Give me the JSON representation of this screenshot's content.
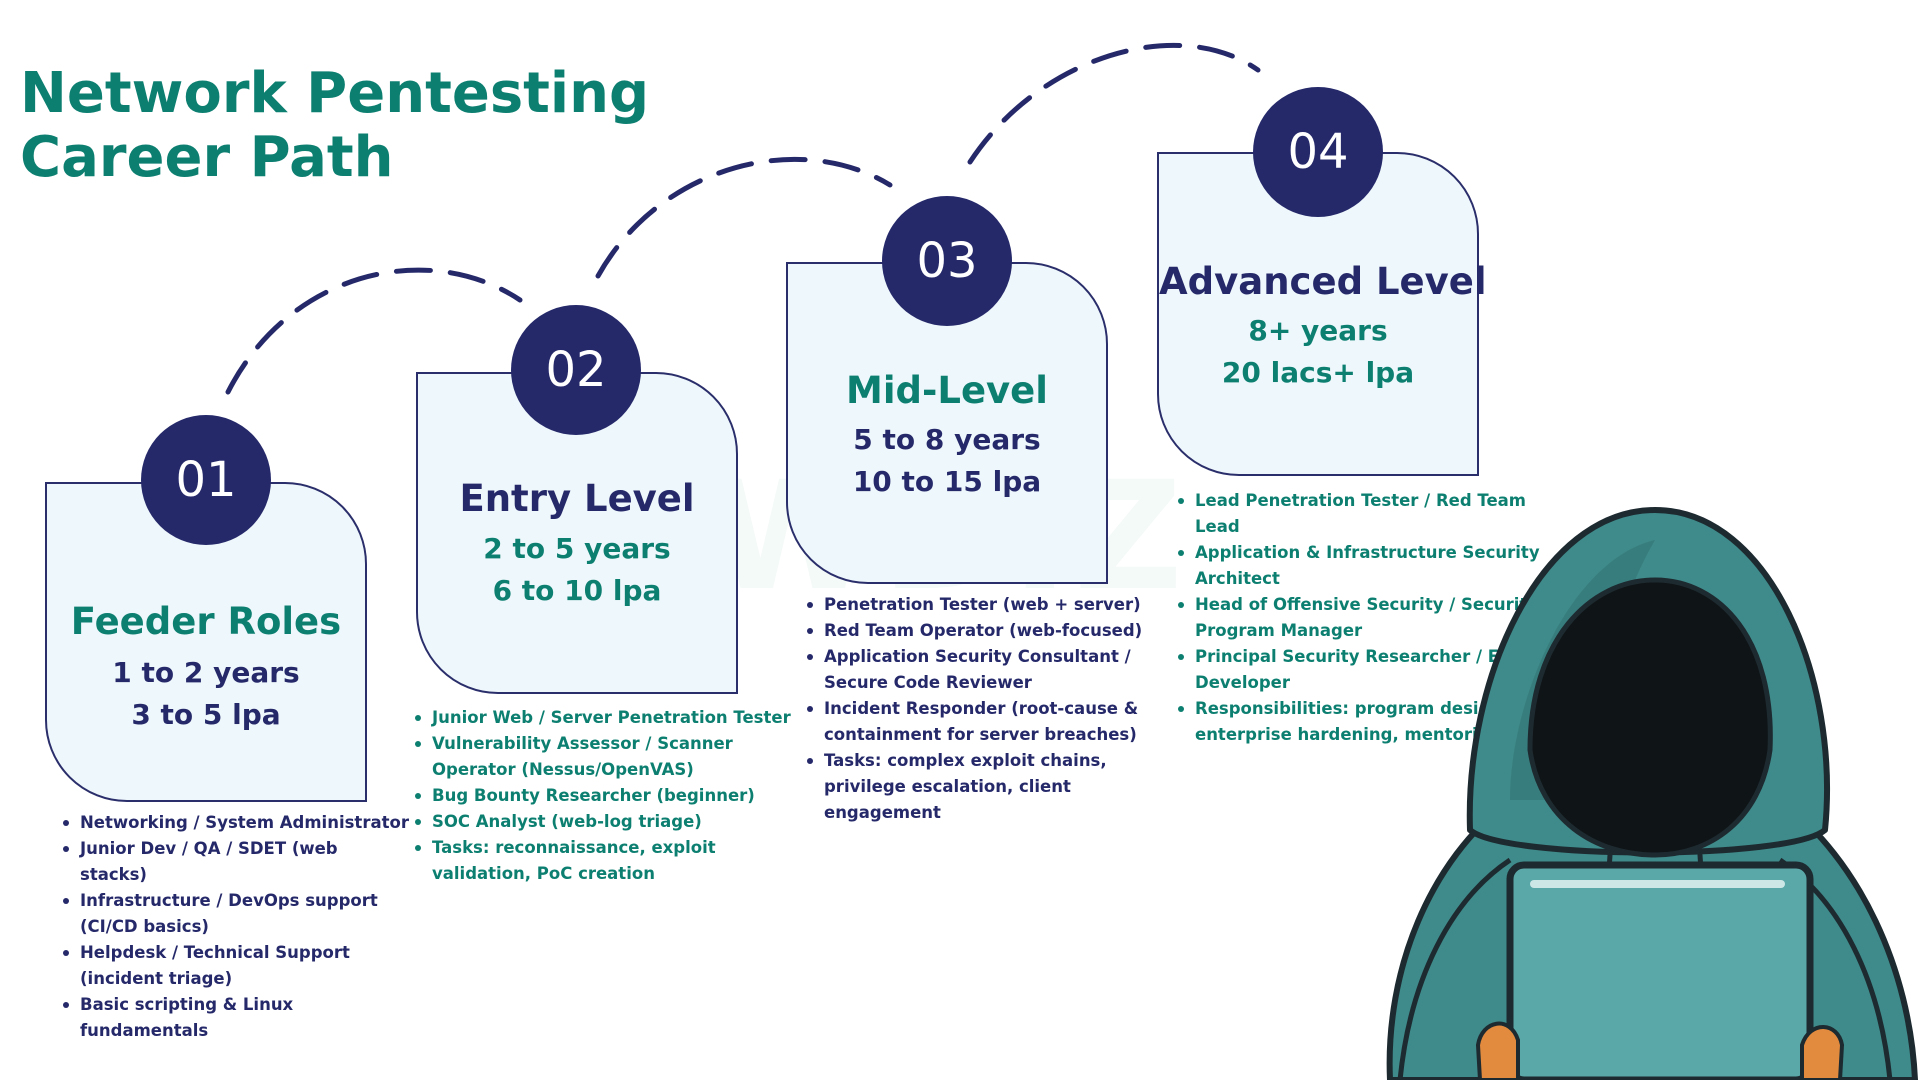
{
  "title": {
    "line1": "Network Pentesting",
    "line2": "Career Path"
  },
  "colors": {
    "title": "#0d7f71",
    "badge": "#25296a",
    "card_fill": "#eef7fb",
    "card_border": "#2a2e6a",
    "dark_text": "#25296a",
    "teal_text": "#0d7f71",
    "hoodie": "#3f8a8a",
    "laptop": "#5aa8a8"
  },
  "watermark": "WDIZ",
  "stages": [
    {
      "number": "01",
      "title": "Feeder Roles",
      "years": "1 to 2 years",
      "salary": "3 to 5 lpa",
      "roles": [
        "Networking / System Administrator",
        "Junior Dev / QA / SDET (web stacks)",
        "Infrastructure / DevOps support (CI/CD basics)",
        "Helpdesk / Technical Support (incident triage)",
        "Basic scripting & Linux fundamentals"
      ]
    },
    {
      "number": "02",
      "title": "Entry Level",
      "years": "2 to 5 years",
      "salary": "6 to 10 lpa",
      "roles": [
        "Junior Web / Server Penetration Tester",
        "Vulnerability Assessor / Scanner Operator (Nessus/OpenVAS)",
        "Bug Bounty Researcher (beginner)",
        "SOC Analyst (web-log triage)",
        "Tasks: reconnaissance, exploit validation, PoC creation"
      ]
    },
    {
      "number": "03",
      "title": "Mid-Level",
      "years": "5 to 8 years",
      "salary": "10 to 15 lpa",
      "roles": [
        "Penetration Tester (web + server)",
        "Red Team Operator (web-focused)",
        "Application Security Consultant / Secure Code Reviewer",
        "Incident Responder (root-cause & containment for server breaches)",
        "Tasks: complex exploit chains, privilege escalation, client engagement"
      ]
    },
    {
      "number": "04",
      "title": "Advanced Level",
      "years": "8+ years",
      "salary": "20 lacs+ lpa",
      "roles": [
        "Lead Penetration Tester / Red Team Lead",
        "Application & Infrastructure Security Architect",
        "Head of Offensive Security / Security Program Manager",
        "Principal Security Researcher / Exploit Developer",
        "Responsibilities: program design, enterprise hardening, mentoring"
      ]
    }
  ]
}
